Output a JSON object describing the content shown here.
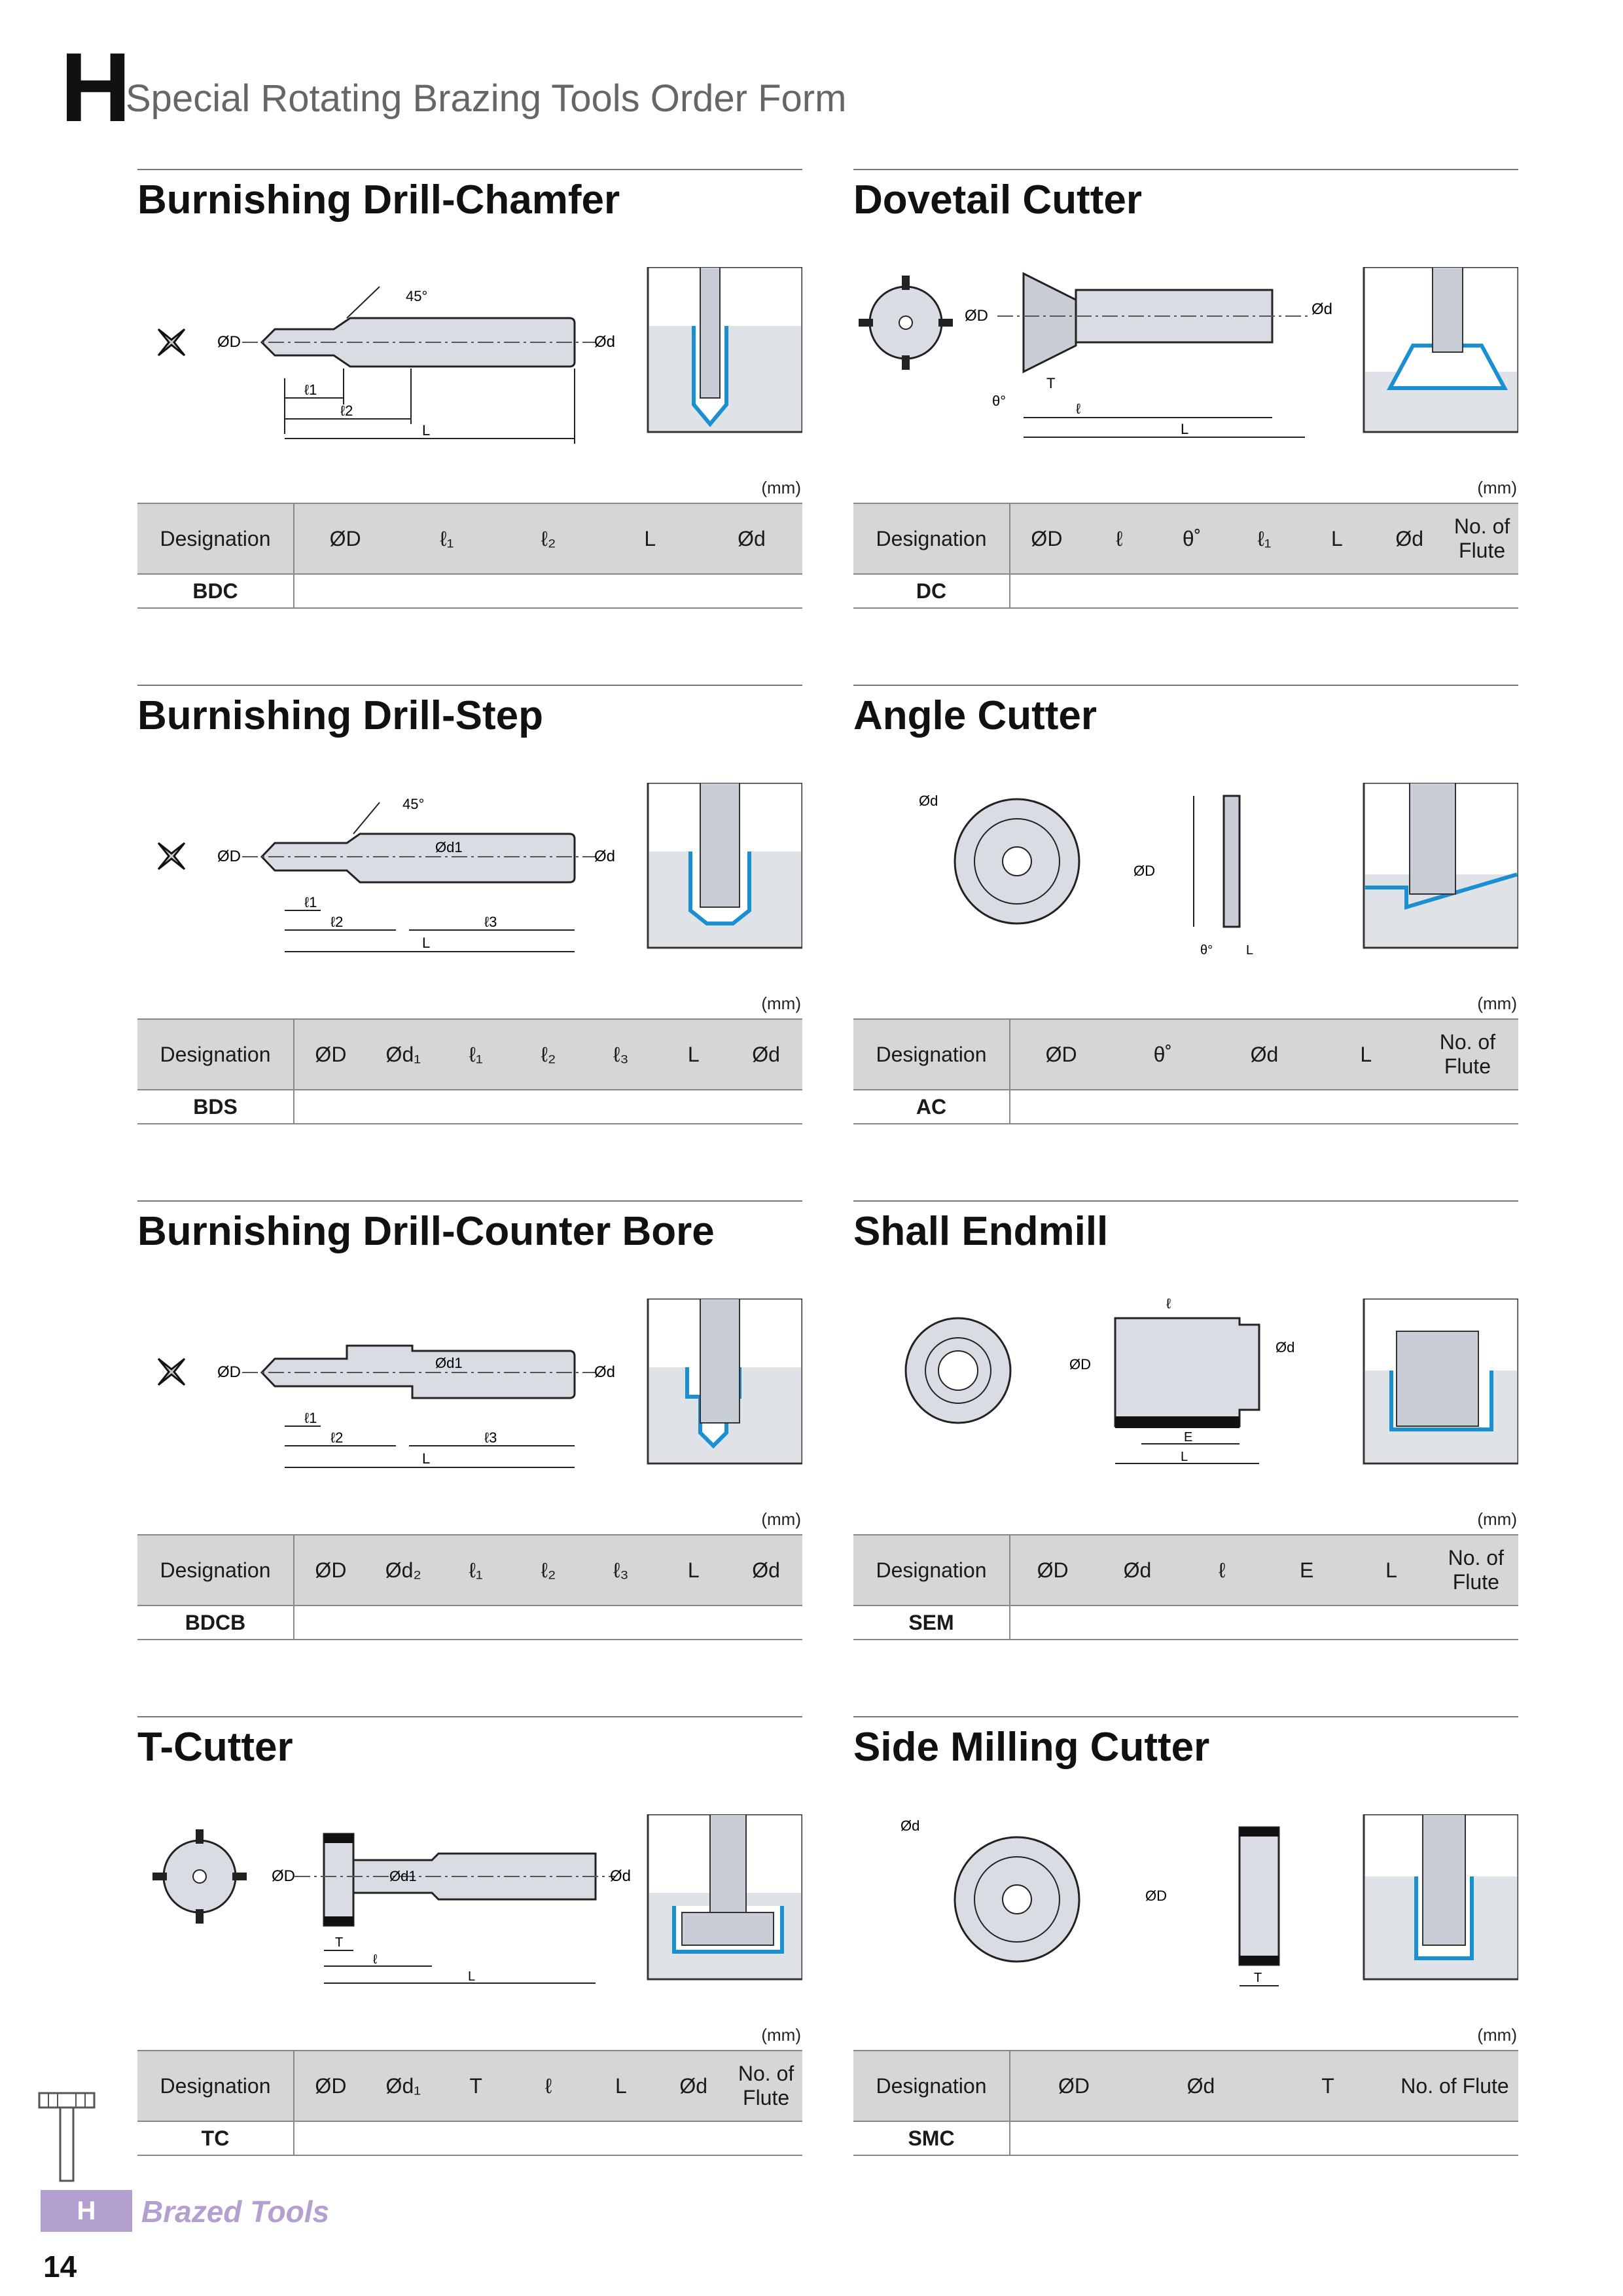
{
  "header": {
    "letter": "H",
    "title": "Special Rotating Brazing Tools Order Form"
  },
  "unit": "(mm)",
  "designation_label": "Designation",
  "sections": [
    {
      "title": "Burnishing Drill-Chamfer",
      "columns": [
        "ØD",
        "ℓ₁",
        "ℓ₂",
        "L",
        "Ød"
      ],
      "code": "BDC"
    },
    {
      "title": "Dovetail Cutter",
      "columns": [
        "ØD",
        "ℓ",
        "θ˚",
        "ℓ₁",
        "L",
        "Ød",
        "No. of Flute"
      ],
      "code": "DC"
    },
    {
      "title": "Burnishing Drill-Step",
      "columns": [
        "ØD",
        "Ød₁",
        "ℓ₁",
        "ℓ₂",
        "ℓ₃",
        "L",
        "Ød"
      ],
      "code": "BDS"
    },
    {
      "title": "Angle Cutter",
      "columns": [
        "ØD",
        "θ˚",
        "Ød",
        "L",
        "No. of Flute"
      ],
      "code": "AC"
    },
    {
      "title": "Burnishing Drill-Counter Bore",
      "columns": [
        "ØD",
        "Ød₂",
        "ℓ₁",
        "ℓ₂",
        "ℓ₃",
        "L",
        "Ød"
      ],
      "code": "BDCB"
    },
    {
      "title": "Shall Endmill",
      "columns": [
        "ØD",
        "Ød",
        "ℓ",
        "E",
        "L",
        "No. of Flute"
      ],
      "code": "SEM"
    },
    {
      "title": "T-Cutter",
      "columns": [
        "ØD",
        "Ød₁",
        "T",
        "ℓ",
        "L",
        "Ød",
        "No. of Flute"
      ],
      "code": "TC"
    },
    {
      "title": "Side Milling Cutter",
      "columns": [
        "ØD",
        "Ød",
        "T",
        "No. of Flute"
      ],
      "code": "SMC"
    }
  ],
  "figure_labels": {
    "bdc": {
      "angle": "45°",
      "od": "ØD",
      "osd": "Ød",
      "l1": "ℓ1",
      "l2": "ℓ2",
      "L": "L"
    },
    "dc": {
      "od": "ØD",
      "osd": "Ød",
      "T": "T",
      "theta": "θ°",
      "l": "ℓ",
      "L": "L"
    },
    "bds": {
      "angle": "45°",
      "od": "ØD",
      "od1": "Ød1",
      "osd": "Ød",
      "l1": "ℓ1",
      "l2": "ℓ2",
      "l3": "ℓ3",
      "L": "L"
    },
    "ac": {
      "osd": "Ød",
      "od": "ØD",
      "theta": "θ°",
      "L": "L"
    },
    "bdcb": {
      "od": "ØD",
      "od1": "Ød1",
      "osd": "Ød",
      "l1": "ℓ1",
      "l2": "ℓ2",
      "l3": "ℓ3",
      "L": "L"
    },
    "sem": {
      "l": "ℓ",
      "od": "ØD",
      "osd": "Ød",
      "E": "E",
      "L": "L"
    },
    "tc": {
      "od": "ØD",
      "od1": "Ød1",
      "osd": "Ød",
      "T": "T",
      "l": "ℓ",
      "L": "L"
    },
    "smc": {
      "osd": "Ød",
      "od": "ØD",
      "T": "T"
    }
  },
  "footer": {
    "tab": "H",
    "label": "Brazed Tools",
    "page": "14"
  },
  "colors": {
    "accent": "#b3a0cf",
    "header_fill": "#d6d6d6",
    "highlight_blue": "#1a8fd1",
    "tool_fill": "#d9dde3"
  }
}
